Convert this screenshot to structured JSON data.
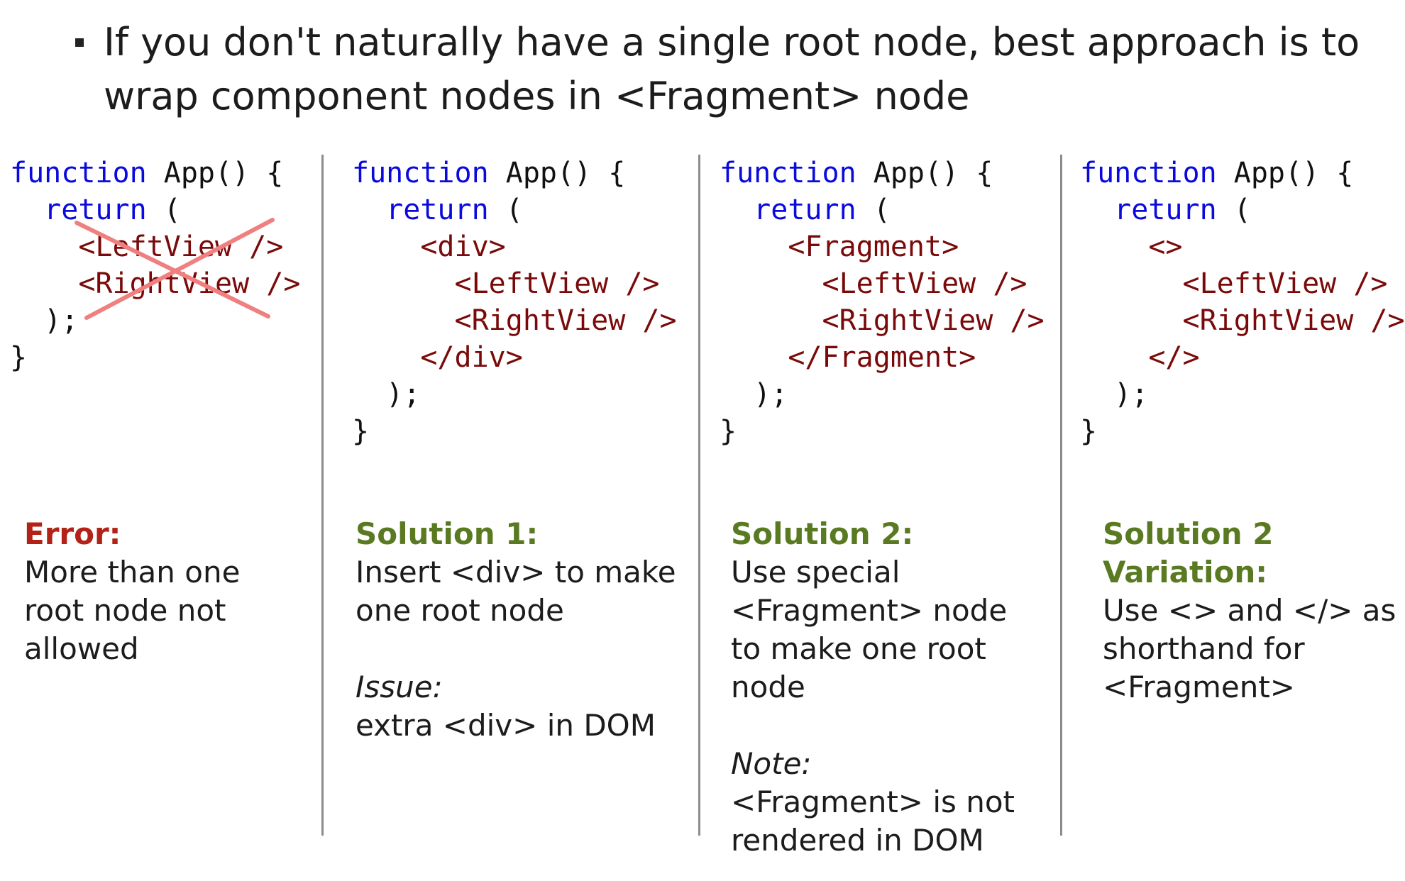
{
  "bullet": {
    "text_line1": "If you don't naturally have a single root node, best approach is to",
    "text_line2": "wrap component nodes in <Fragment> node"
  },
  "colors": {
    "keyword": "#0a0adc",
    "tag": "#7a0a0a",
    "error": "#b22216",
    "solution": "#5a7a22",
    "cross": "#f08080",
    "divider": "#8c8c8c"
  },
  "columns": [
    {
      "code": {
        "l1_kw": "function",
        "l1_rest": " App() {",
        "l2_kw": "return",
        "l2_rest": " (",
        "l3": "<LeftView />",
        "l4": "<RightView />",
        "l5": ");",
        "l6": "}"
      },
      "caption": {
        "heading": "Error:",
        "lines": [
          "More than one",
          "root node not",
          "allowed"
        ]
      }
    },
    {
      "code": {
        "l1_kw": "function",
        "l1_rest": " App() {",
        "l2_kw": "return",
        "l2_rest": " (",
        "l3": "<div>",
        "l4": "<LeftView />",
        "l5": "<RightView />",
        "l6": "</div>",
        "l7": ");",
        "l8": "}"
      },
      "caption": {
        "heading": "Solution 1:",
        "lines": [
          "Insert <div> to make",
          "one root node"
        ],
        "sub_heading": "Issue:",
        "sub_lines": [
          "extra <div> in DOM"
        ]
      }
    },
    {
      "code": {
        "l1_kw": "function",
        "l1_rest": " App() {",
        "l2_kw": "return",
        "l2_rest": " (",
        "l3": "<Fragment>",
        "l4": "<LeftView />",
        "l5": "<RightView />",
        "l6": "</Fragment>",
        "l7": ");",
        "l8": "}"
      },
      "caption": {
        "heading": "Solution 2:",
        "lines": [
          "Use special",
          "<Fragment> node",
          "to make one root",
          "node"
        ],
        "sub_heading": "Note:",
        "sub_lines": [
          "<Fragment> is not",
          "rendered in DOM"
        ]
      }
    },
    {
      "code": {
        "l1_kw": "function",
        "l1_rest": " App() {",
        "l2_kw": "return",
        "l2_rest": " (",
        "l3": "<>",
        "l4": "<LeftView />",
        "l5": "<RightView />",
        "l6": "</>",
        "l7": ");",
        "l8": "}"
      },
      "caption": {
        "heading_line1": "Solution 2",
        "heading_line2": "Variation:",
        "lines": [
          "Use <> and </> as",
          "shorthand for",
          "<Fragment>"
        ]
      }
    }
  ]
}
